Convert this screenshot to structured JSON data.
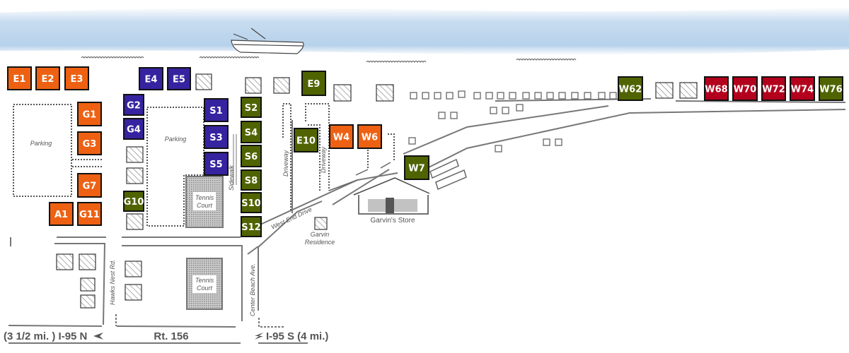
{
  "colors": {
    "orange": "#ee6112",
    "blue": "#3623a0",
    "green": "#4f6400",
    "red": "#b3001d",
    "water": "#b9d4ec",
    "line": "#666666"
  },
  "sites": [
    {
      "label": "E1",
      "color": "orange"
    },
    {
      "label": "E2",
      "color": "orange"
    },
    {
      "label": "E3",
      "color": "orange"
    },
    {
      "label": "E4",
      "color": "blue"
    },
    {
      "label": "E5",
      "color": "blue"
    },
    {
      "label": "G2",
      "color": "blue"
    },
    {
      "label": "G4",
      "color": "blue"
    },
    {
      "label": "G1",
      "color": "orange"
    },
    {
      "label": "G3",
      "color": "orange"
    },
    {
      "label": "G7",
      "color": "orange"
    },
    {
      "label": "A1",
      "color": "orange"
    },
    {
      "label": "G11",
      "color": "orange"
    },
    {
      "label": "G10",
      "color": "green"
    },
    {
      "label": "S1",
      "color": "blue"
    },
    {
      "label": "S3",
      "color": "blue"
    },
    {
      "label": "S5",
      "color": "blue"
    },
    {
      "label": "S2",
      "color": "green"
    },
    {
      "label": "S4",
      "color": "green"
    },
    {
      "label": "S6",
      "color": "green"
    },
    {
      "label": "S8",
      "color": "green"
    },
    {
      "label": "S10",
      "color": "green"
    },
    {
      "label": "S12",
      "color": "green"
    },
    {
      "label": "E9",
      "color": "green"
    },
    {
      "label": "E10",
      "color": "green"
    },
    {
      "label": "W4",
      "color": "orange"
    },
    {
      "label": "W6",
      "color": "orange"
    },
    {
      "label": "W7",
      "color": "green"
    },
    {
      "label": "W62",
      "color": "green"
    },
    {
      "label": "W68",
      "color": "red"
    },
    {
      "label": "W70",
      "color": "red"
    },
    {
      "label": "W72",
      "color": "red"
    },
    {
      "label": "W74",
      "color": "red"
    },
    {
      "label": "W76",
      "color": "green"
    }
  ],
  "labels": {
    "parking_left": "Parking",
    "parking_center": "Parking",
    "tennis_upper_1": "Tennis",
    "tennis_upper_2": "Court",
    "tennis_lower_1": "Tennis",
    "tennis_lower_2": "Court",
    "sidewalk": "Sidewalk",
    "driveway_1": "Driveway",
    "driveway_2": "Driveway",
    "west_end_drive": "West End Drive",
    "garvin_residence_1": "Garvin",
    "garvin_residence_2": "Residence",
    "garvins_store": "Garvin's Store",
    "hawks_nest": "Hawks Nest Rd.",
    "center_beach": "Center Beach Ave.",
    "rt156": "Rt. 156",
    "i95n": "(3 1/2 mi. ) I-95 N",
    "i95s": "I-95 S (4 mi.)"
  }
}
